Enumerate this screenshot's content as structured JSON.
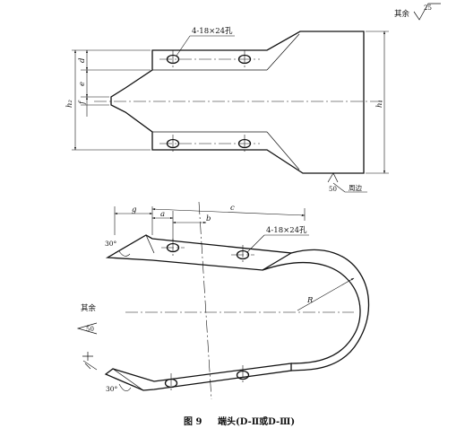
{
  "top_view": {
    "hole_callout": "4-18×24孔",
    "dim_d": "d",
    "dim_e": "e",
    "dim_f": "f",
    "dim_h2": "h₂",
    "dim_h1": "h₁",
    "roughness_rest_label": "其余",
    "roughness_rest_value": "25",
    "edge_roughness_value": "50",
    "edge_note": "周边"
  },
  "side_view": {
    "dim_g": "g",
    "dim_a": "a",
    "dim_b": "b",
    "dim_c": "c",
    "hole_callout": "4-18×24孔",
    "radius_label": "R",
    "angle_top": "30°",
    "angle_bottom": "30°",
    "roughness_rest_label": "其余",
    "roughness_rest_value": "50"
  },
  "caption": {
    "figure_label": "图 9",
    "title": "端头(D-Ⅱ或D-Ⅲ)"
  }
}
